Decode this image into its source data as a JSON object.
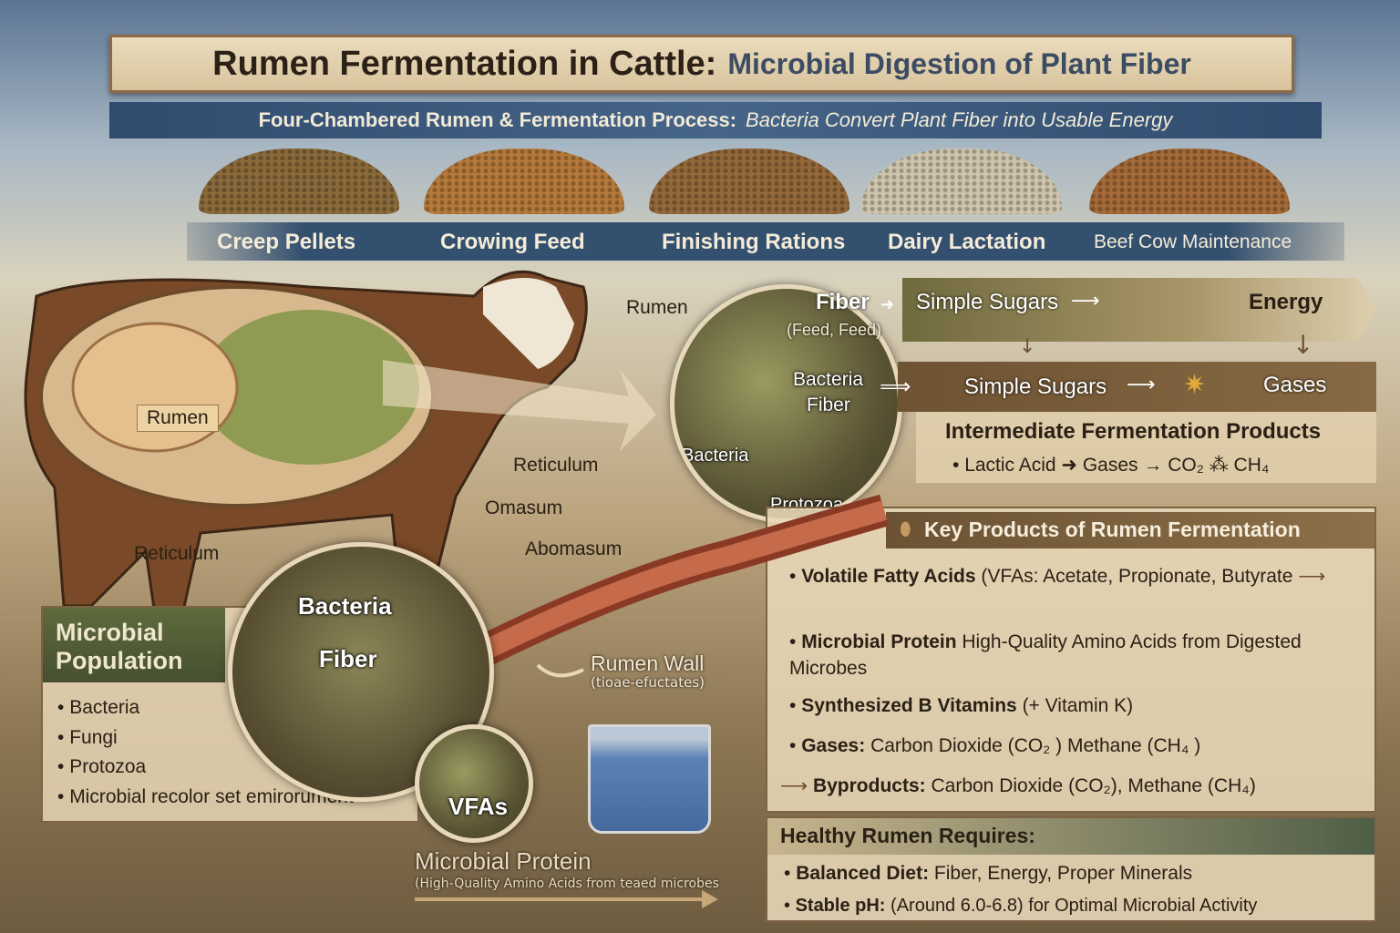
{
  "title": {
    "main": "Rumen Fermentation in Cattle:",
    "accent": "Microbial Digestion of Plant Fiber"
  },
  "subtitle": {
    "main": "Four-Chambered Rumen & Fermentation Process:",
    "accent": "Bacteria Convert Plant Fiber into Usable Energy"
  },
  "feeds": [
    {
      "label": "Creep Pellets",
      "color": "#8a6a3a"
    },
    {
      "label": "Crowing Feed",
      "color": "#b5793a"
    },
    {
      "label": "Finishing Rations",
      "color": "#94683a"
    },
    {
      "label": "Dairy Lactation",
      "color": "#cfc5ad"
    },
    {
      "label": "Beef Cow Maintenance",
      "color": "#a46a38"
    }
  ],
  "cow_labels": {
    "rumen_top": "Rumen",
    "rumen_inner": "Rumen",
    "reticulum": "Reticulum",
    "omasum": "Omasum",
    "abomasum": "Abomasum",
    "reticulum_left": "Reticulum"
  },
  "zoom_circle": {
    "bacteria_fiber_1": "Bacteria",
    "bacteria_fiber_2": "Fiber",
    "bacteria": "Bacteria",
    "protozoa": "Protozoa"
  },
  "flow": {
    "fiber": "Fiber",
    "fiber_sub": "(Feed, Feed)",
    "simple_sugars_top": "Simple Sugars",
    "energy": "Energy",
    "simple_sugars_mid": "Simple Sugars",
    "gases": "Gases",
    "intermediate_title": "Intermediate Fermentation Products",
    "intermediate_items": {
      "a": "Lactic Acid",
      "b": "Gases",
      "c": "CO₂",
      "d": "CH₄"
    }
  },
  "key_products": {
    "title": "Key Products of Rumen Fermentation",
    "items": [
      {
        "bold": "Volatile Fatty Acids",
        "text": "(VFAs: Acetate, Propionate, Butyrate"
      },
      {
        "bold": "Microbial Protein",
        "text": "High-Quality Amino Acids from Digested Microbes"
      },
      {
        "bold": "Synthesized B Vitamins",
        "text": "(+ Vitamin K)"
      },
      {
        "bold": "Gases:",
        "text": "Carbon Dioxide (CO₂ ) Methane (CH₄ )"
      },
      {
        "bold": "Byproducts:",
        "text": "Carbon Dioxide (CO₂), Methane (CH₄)"
      }
    ]
  },
  "healthy": {
    "title": "Healthy Rumen Requires:",
    "items": [
      {
        "bold": "Balanced Diet:",
        "text": "Fiber, Energy, Proper Minerals"
      },
      {
        "bold": "Stable pH:",
        "text": "(Around 6.0-6.8) for Optimal Microbial Activity"
      }
    ]
  },
  "population": {
    "title": "Microbial Population",
    "items": [
      "Bacteria",
      "Fungi",
      "Protozoa",
      "Microbial recolor set emirorument"
    ]
  },
  "micro_circle": {
    "line1": "Bacteria",
    "line2": "Fiber"
  },
  "vfas": "VFAs",
  "rumen_wall": {
    "title": "Rumen Wall",
    "sub": "(tioae-efuctates)"
  },
  "microbial_protein": {
    "title": "Microbial Protein",
    "sub": "(High-Quality Amino Acids from teaed microbes"
  }
}
